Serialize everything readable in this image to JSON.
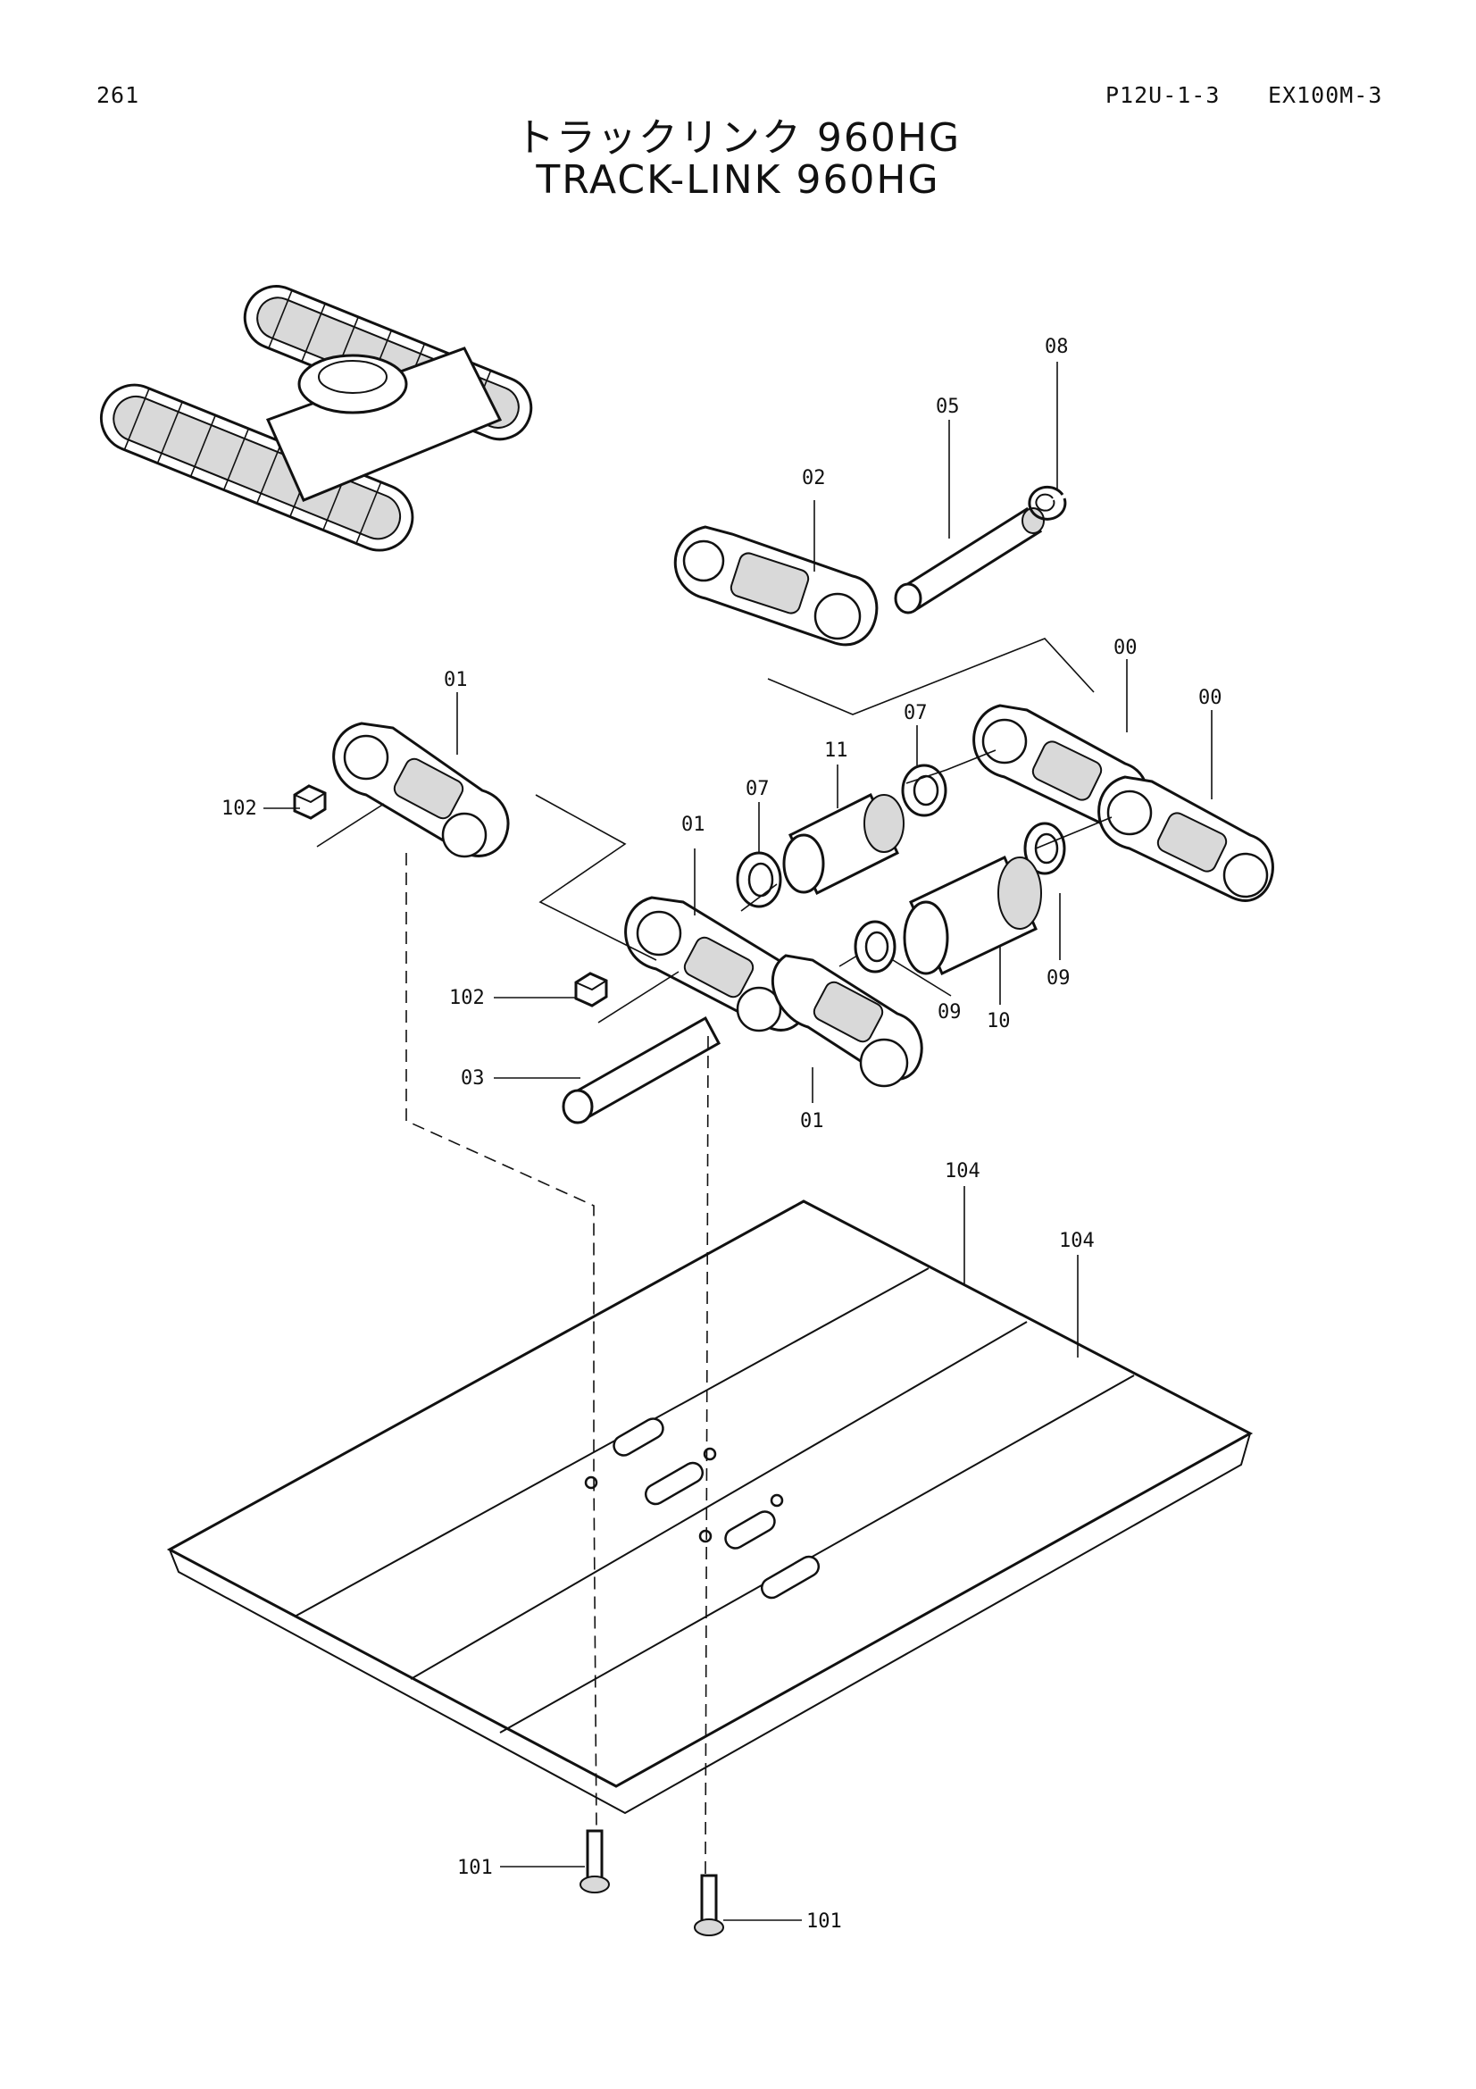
{
  "page_number": "261",
  "catalog_code": "P12U-1-3",
  "model": "EX100M-3",
  "title_jp": "トラックリンク 960HG",
  "title_en": "TRACK-LINK 960HG",
  "callouts": {
    "c00a": "00",
    "c00b": "00",
    "c01a": "01",
    "c01b": "01",
    "c01c": "01",
    "c02": "02",
    "c03": "03",
    "c05": "05",
    "c07a": "07",
    "c07b": "07",
    "c08": "08",
    "c09a": "09",
    "c09b": "09",
    "c10": "10",
    "c11": "11",
    "c101a": "101",
    "c101b": "101",
    "c102a": "102",
    "c102b": "102",
    "c104a": "104",
    "c104b": "104"
  },
  "icons": [
    "undercarriage-icon",
    "track-link-icon",
    "pin-icon",
    "bushing-icon",
    "seal-icon",
    "snap-ring-icon",
    "nut-icon",
    "bolt-icon",
    "track-shoe-icon"
  ]
}
